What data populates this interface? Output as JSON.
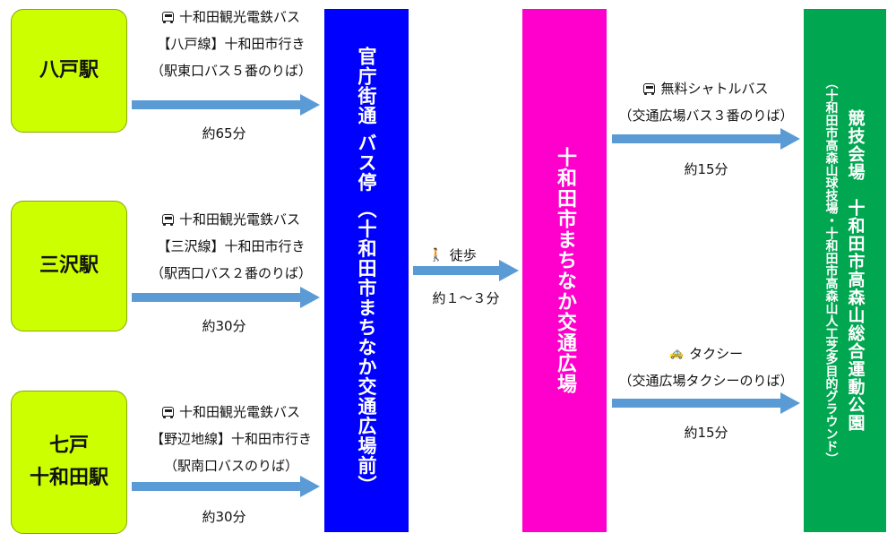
{
  "stations": [
    {
      "name": "八戸駅"
    },
    {
      "name": "三沢駅"
    },
    {
      "name_line1": "七戸",
      "name_line2": "十和田駅"
    }
  ],
  "routes": [
    {
      "company": "十和田観光電鉄バス",
      "line": "【八戸線】十和田市行き",
      "stop": "（駅東口バス５番のりば）",
      "time": "約65分"
    },
    {
      "company": "十和田観光電鉄バス",
      "line": "【三沢線】十和田市行き",
      "stop": "（駅西口バス２番のりば）",
      "time": "約30分"
    },
    {
      "company": "十和田観光電鉄バス",
      "line": "【野辺地線】十和田市行き",
      "stop": "（駅南口バスのりば）",
      "time": "約30分"
    }
  ],
  "busstop": {
    "label": "官庁街通 バス停 （十和田市まちなか交通広場前）",
    "color": "#0000ff"
  },
  "walk": {
    "label": "徒歩",
    "time": "約１～３分"
  },
  "hub": {
    "label": "十和田市まちなか交通広場",
    "color": "#ff00cc"
  },
  "shuttle": {
    "label": "無料シャトルバス",
    "stop": "（交通広場バス３番のりば）",
    "time": "約15分"
  },
  "taxi": {
    "label": "タクシー",
    "stop": "（交通広場タクシーのりば）",
    "time": "約15分"
  },
  "venue": {
    "title": "競技会場　十和田市高森山総合運動公園",
    "sub": "（十和田市高森山球技場・十和田市高森山人工芝多目的グラウンド）",
    "color": "#00a650"
  },
  "icons": {
    "bus": "bus-icon",
    "walk": "walking-person-icon",
    "taxi": "taxi-icon"
  },
  "arrow_color": "#5b9bd5"
}
